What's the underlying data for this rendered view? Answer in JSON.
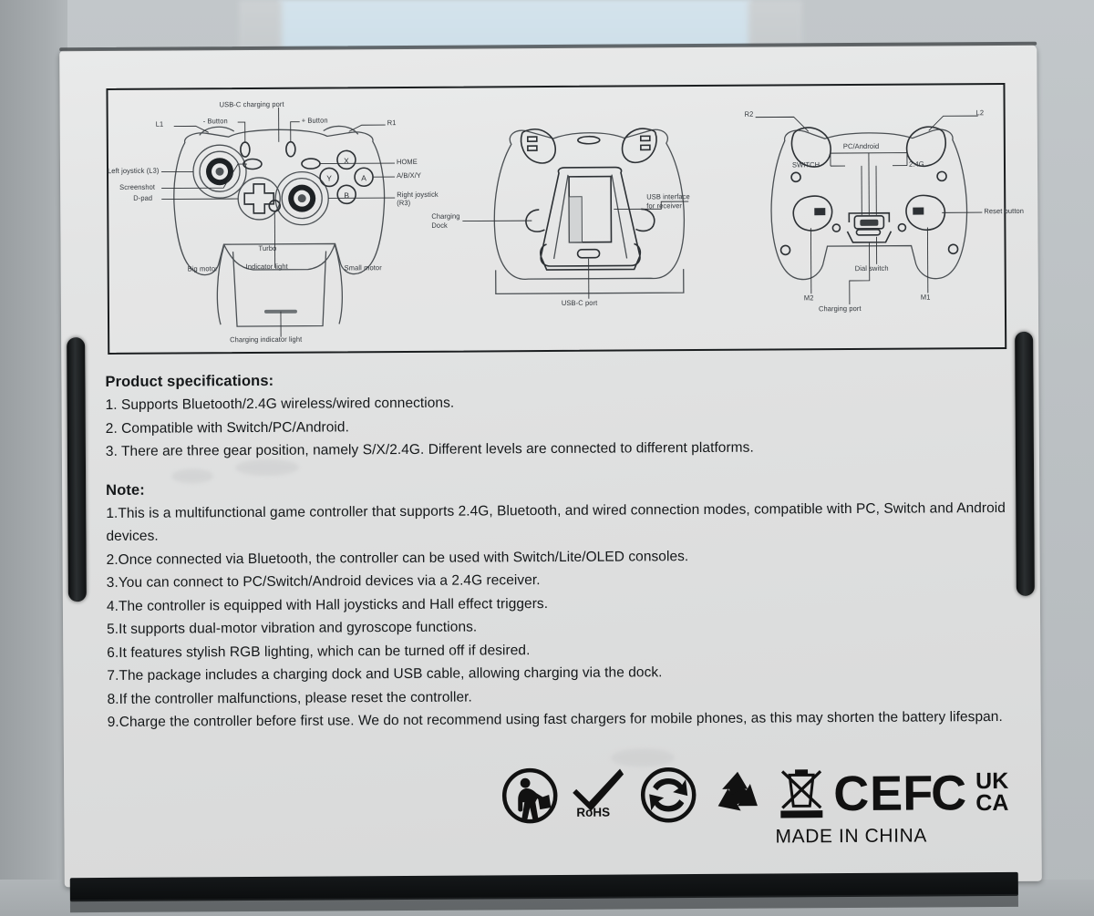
{
  "product": {
    "made_in": "MADE IN CHINA"
  },
  "diagram": {
    "front": {
      "labels": {
        "usb_c_charging_port": "USB-C charging port",
        "minus_button": "- Button",
        "plus_button": "+ Button",
        "l1": "L1",
        "r1": "R1",
        "left_joystick": "Left joystick (L3)",
        "screenshot": "Screenshot",
        "dpad": "D-pad",
        "home": "HOME",
        "abxy": "A/B/X/Y",
        "right_joystick_line1": "Right joystick",
        "right_joystick_line2": "(R3)",
        "turbo": "Turbo",
        "indicator_light": "Indicator light",
        "big_motor": "Big motor",
        "small_motor": "Small motor",
        "charging_indicator_light": "Charging indicator light"
      },
      "face_buttons": [
        "X",
        "Y",
        "A",
        "B"
      ]
    },
    "dock": {
      "labels": {
        "charging_dock_line1": "Charging",
        "charging_dock_line2": "Dock",
        "usb_interface_line1": "USB interface",
        "usb_interface_line2": "for receiver",
        "usb_c_port": "USB-C port"
      }
    },
    "back": {
      "labels": {
        "r2": "R2",
        "l2": "L2",
        "pc_android": "PC/Android",
        "switch": "SWITCH",
        "g24": "2.4G",
        "reset_button": "Reset button",
        "m1": "M1",
        "m2": "M2",
        "dial_switch": "Dial switch",
        "charging_port": "Charging port"
      }
    }
  },
  "specifications": {
    "heading": "Product specifications:",
    "items": [
      "1. Supports Bluetooth/2.4G wireless/wired connections.",
      "2. Compatible with Switch/PC/Android.",
      "3. There are three gear position, namely S/X/2.4G. Different levels are connected to different platforms."
    ]
  },
  "note": {
    "heading": "Note:",
    "items": [
      "1.This is a multifunctional game controller that supports 2.4G, Bluetooth, and wired connection modes, compatible with PC, Switch and Android devices.",
      "2.Once connected via Bluetooth, the controller can be used with Switch/Lite/OLED consoles.",
      "3.You can connect to PC/Switch/Android devices via a 2.4G receiver.",
      "4.The controller is equipped with Hall joysticks and Hall effect triggers.",
      "5.It supports dual-motor vibration and gyroscope functions.",
      "6.It features stylish RGB lighting, which can be turned off if desired.",
      "7.The package includes a charging dock and USB cable, allowing charging via the dock.",
      "8.If the controller malfunctions, please reset the controller.",
      "9.Charge the controller before first use. We do not recommend using fast chargers for mobile phones, as this may shorten the battery lifespan."
    ]
  },
  "certifications": [
    {
      "name": "tidyman-icon",
      "label": ""
    },
    {
      "name": "rohs-icon",
      "label": "RoHS"
    },
    {
      "name": "green-dot-icon",
      "label": ""
    },
    {
      "name": "recycling-icon",
      "label": ""
    },
    {
      "name": "weee-icon",
      "label": ""
    },
    {
      "name": "ce-mark",
      "label": "CE"
    },
    {
      "name": "fcc-mark",
      "label": "FC"
    },
    {
      "name": "ukca-mark",
      "label": "UK CA"
    }
  ],
  "colors": {
    "box": "#e3e4e4",
    "ink": "#15181a",
    "diagram_stroke": "#4b5054",
    "backdrop": "#b9bdc0"
  }
}
